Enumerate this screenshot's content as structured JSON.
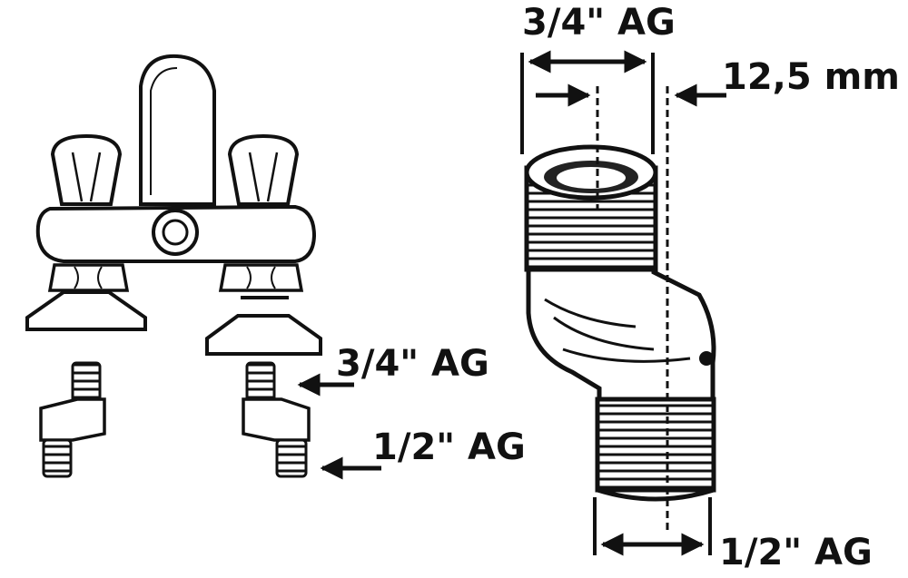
{
  "labels": {
    "top_thread": "3/4\" AG",
    "offset": "12,5 mm",
    "left_upper_thread": "3/4\" AG",
    "left_lower_thread": "1/2\" AG",
    "bottom_thread": "1/2\" AG"
  },
  "colors": {
    "ink": "#111111",
    "background": "#ffffff"
  },
  "icons": [
    "faucet-icon",
    "offset-fitting-icon",
    "arrow-icon"
  ]
}
